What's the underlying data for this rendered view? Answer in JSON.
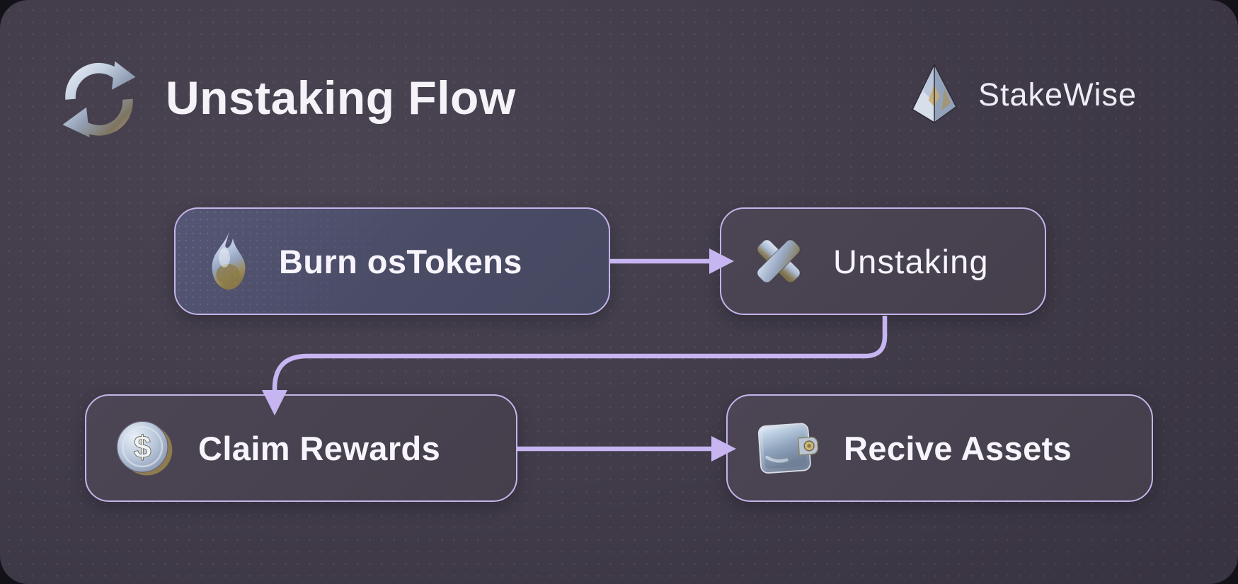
{
  "header": {
    "title": "Unstaking Flow",
    "title_icon": "refresh-icon",
    "brand": "StakeWise",
    "brand_icon": "pyramid-logo-icon"
  },
  "flow": {
    "nodes": [
      {
        "id": "burn",
        "label": "Burn osTokens",
        "icon": "flame-icon",
        "row": 1,
        "col": 1
      },
      {
        "id": "unstaking",
        "label": "Unstaking",
        "icon": "cross-icon",
        "row": 1,
        "col": 2
      },
      {
        "id": "claim",
        "label": "Claim Rewards",
        "icon": "coin-icon",
        "row": 2,
        "col": 1
      },
      {
        "id": "receive",
        "label": "Recive Assets",
        "icon": "wallet-icon",
        "row": 2,
        "col": 2
      }
    ],
    "edges": [
      {
        "from": "burn",
        "to": "unstaking"
      },
      {
        "from": "unstaking",
        "to": "claim"
      },
      {
        "from": "claim",
        "to": "receive"
      }
    ]
  },
  "colors": {
    "page_background": "#3b3642",
    "node_background": "#453f4c",
    "burn_node_background": "#4a4c66",
    "node_border": "#c4b4ea",
    "connector": "#c6b5f0",
    "title_text": "#f5f2f8",
    "node_text": "#f7f4fb"
  }
}
